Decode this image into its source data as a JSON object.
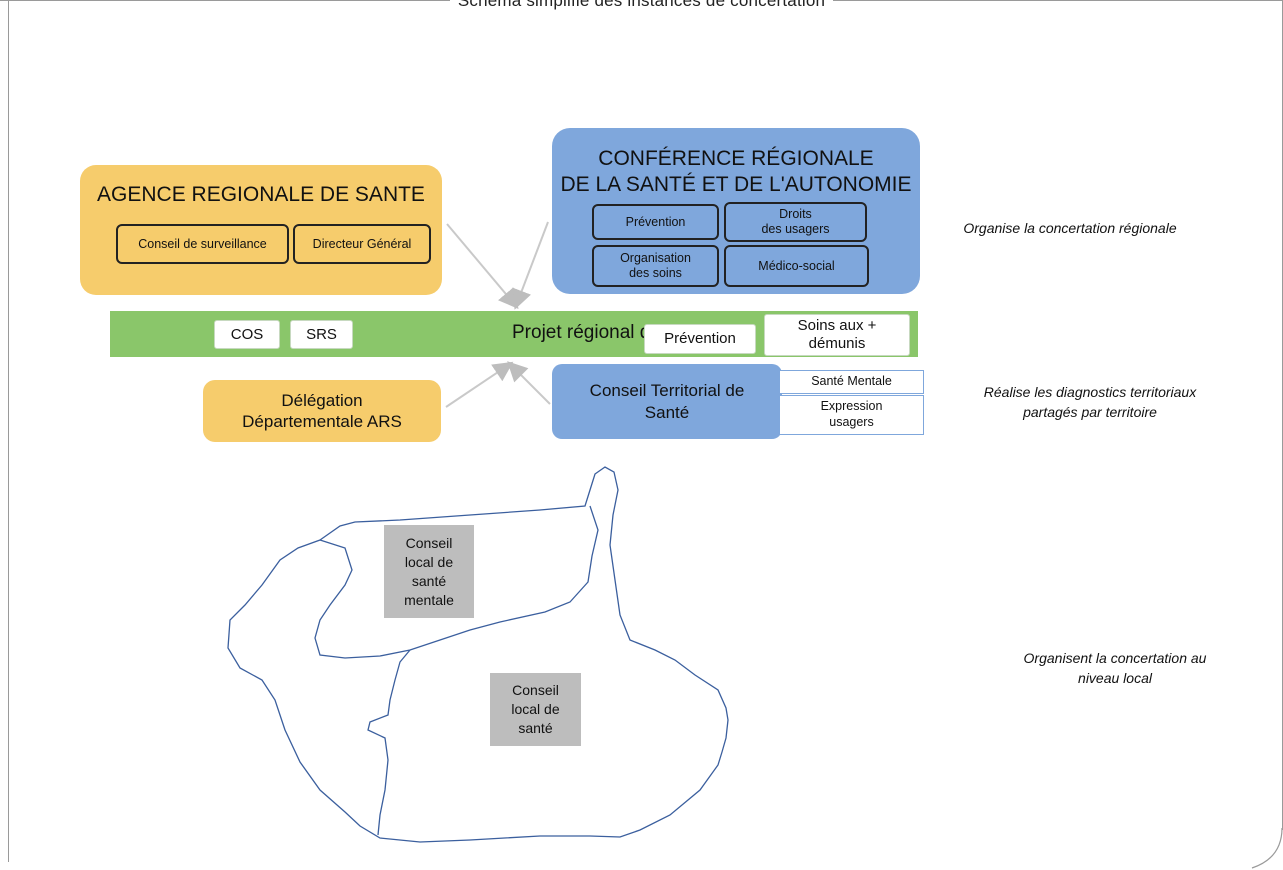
{
  "frame": {
    "title": "Schéma simplifié des instances de concertation"
  },
  "ars": {
    "title": "AGENCE REGIONALE DE SANTE",
    "items": [
      "Conseil de surveillance",
      "Directeur Général"
    ]
  },
  "crsa": {
    "title_line1": "CONFÉRENCE RÉGIONALE",
    "title_line2": "DE LA SANTÉ ET DE L'AUTONOMIE",
    "items": [
      "Prévention",
      "Droits\ndes usagers",
      "Organisation\ndes soins",
      "Médico-social"
    ]
  },
  "prs": {
    "title": "Projet régional de santé",
    "items": [
      "COS",
      "SRS",
      "Prévention",
      "Soins aux +\ndémunis"
    ]
  },
  "delegation": {
    "label": "Délégation\nDépartementale ARS"
  },
  "cts": {
    "label": "Conseil Territorial de\nSanté",
    "items": [
      "Santé Mentale",
      "Expression\nusagers"
    ]
  },
  "notes": {
    "regional": "Organise la concertation régionale",
    "territorial": "Réalise les diagnostics territoriaux\npartagés par territoire",
    "local": "Organisent la concertation au\nniveau local"
  },
  "local": {
    "clsm": "Conseil\nlocal de\nsanté\nmentale",
    "cls": "Conseil\nlocal de\nsanté"
  },
  "colors": {
    "ars": "#f6cc6c",
    "crsa": "#7fa7dc",
    "prs": "#8ac66a",
    "local": "#bdbdbd",
    "frame": "#9a9a9a"
  }
}
